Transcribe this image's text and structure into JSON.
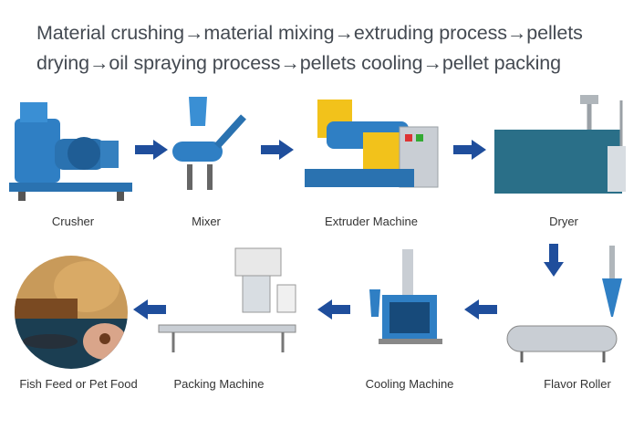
{
  "header": {
    "line1": "Material crushing→material mixing→extruding process→pellets",
    "line2": "drying→oil spraying process→pellets cooling→pellet packing"
  },
  "stages": {
    "crusher": "Crusher",
    "mixer": "Mixer",
    "extruder": "Extruder Machine",
    "dryer": "Dryer",
    "flavor_roller": "Flavor Roller",
    "cooling": "Cooling Machine",
    "packing": "Packing Machine",
    "final": "Fish Feed or Pet Food"
  },
  "colors": {
    "arrow": "#1f4e9c",
    "machine_blue": "#2f7fc4",
    "extruder_yellow": "#f2c21b",
    "dryer_teal": "#2a6f88",
    "steel": "#c9ced4",
    "text": "#444a52"
  }
}
